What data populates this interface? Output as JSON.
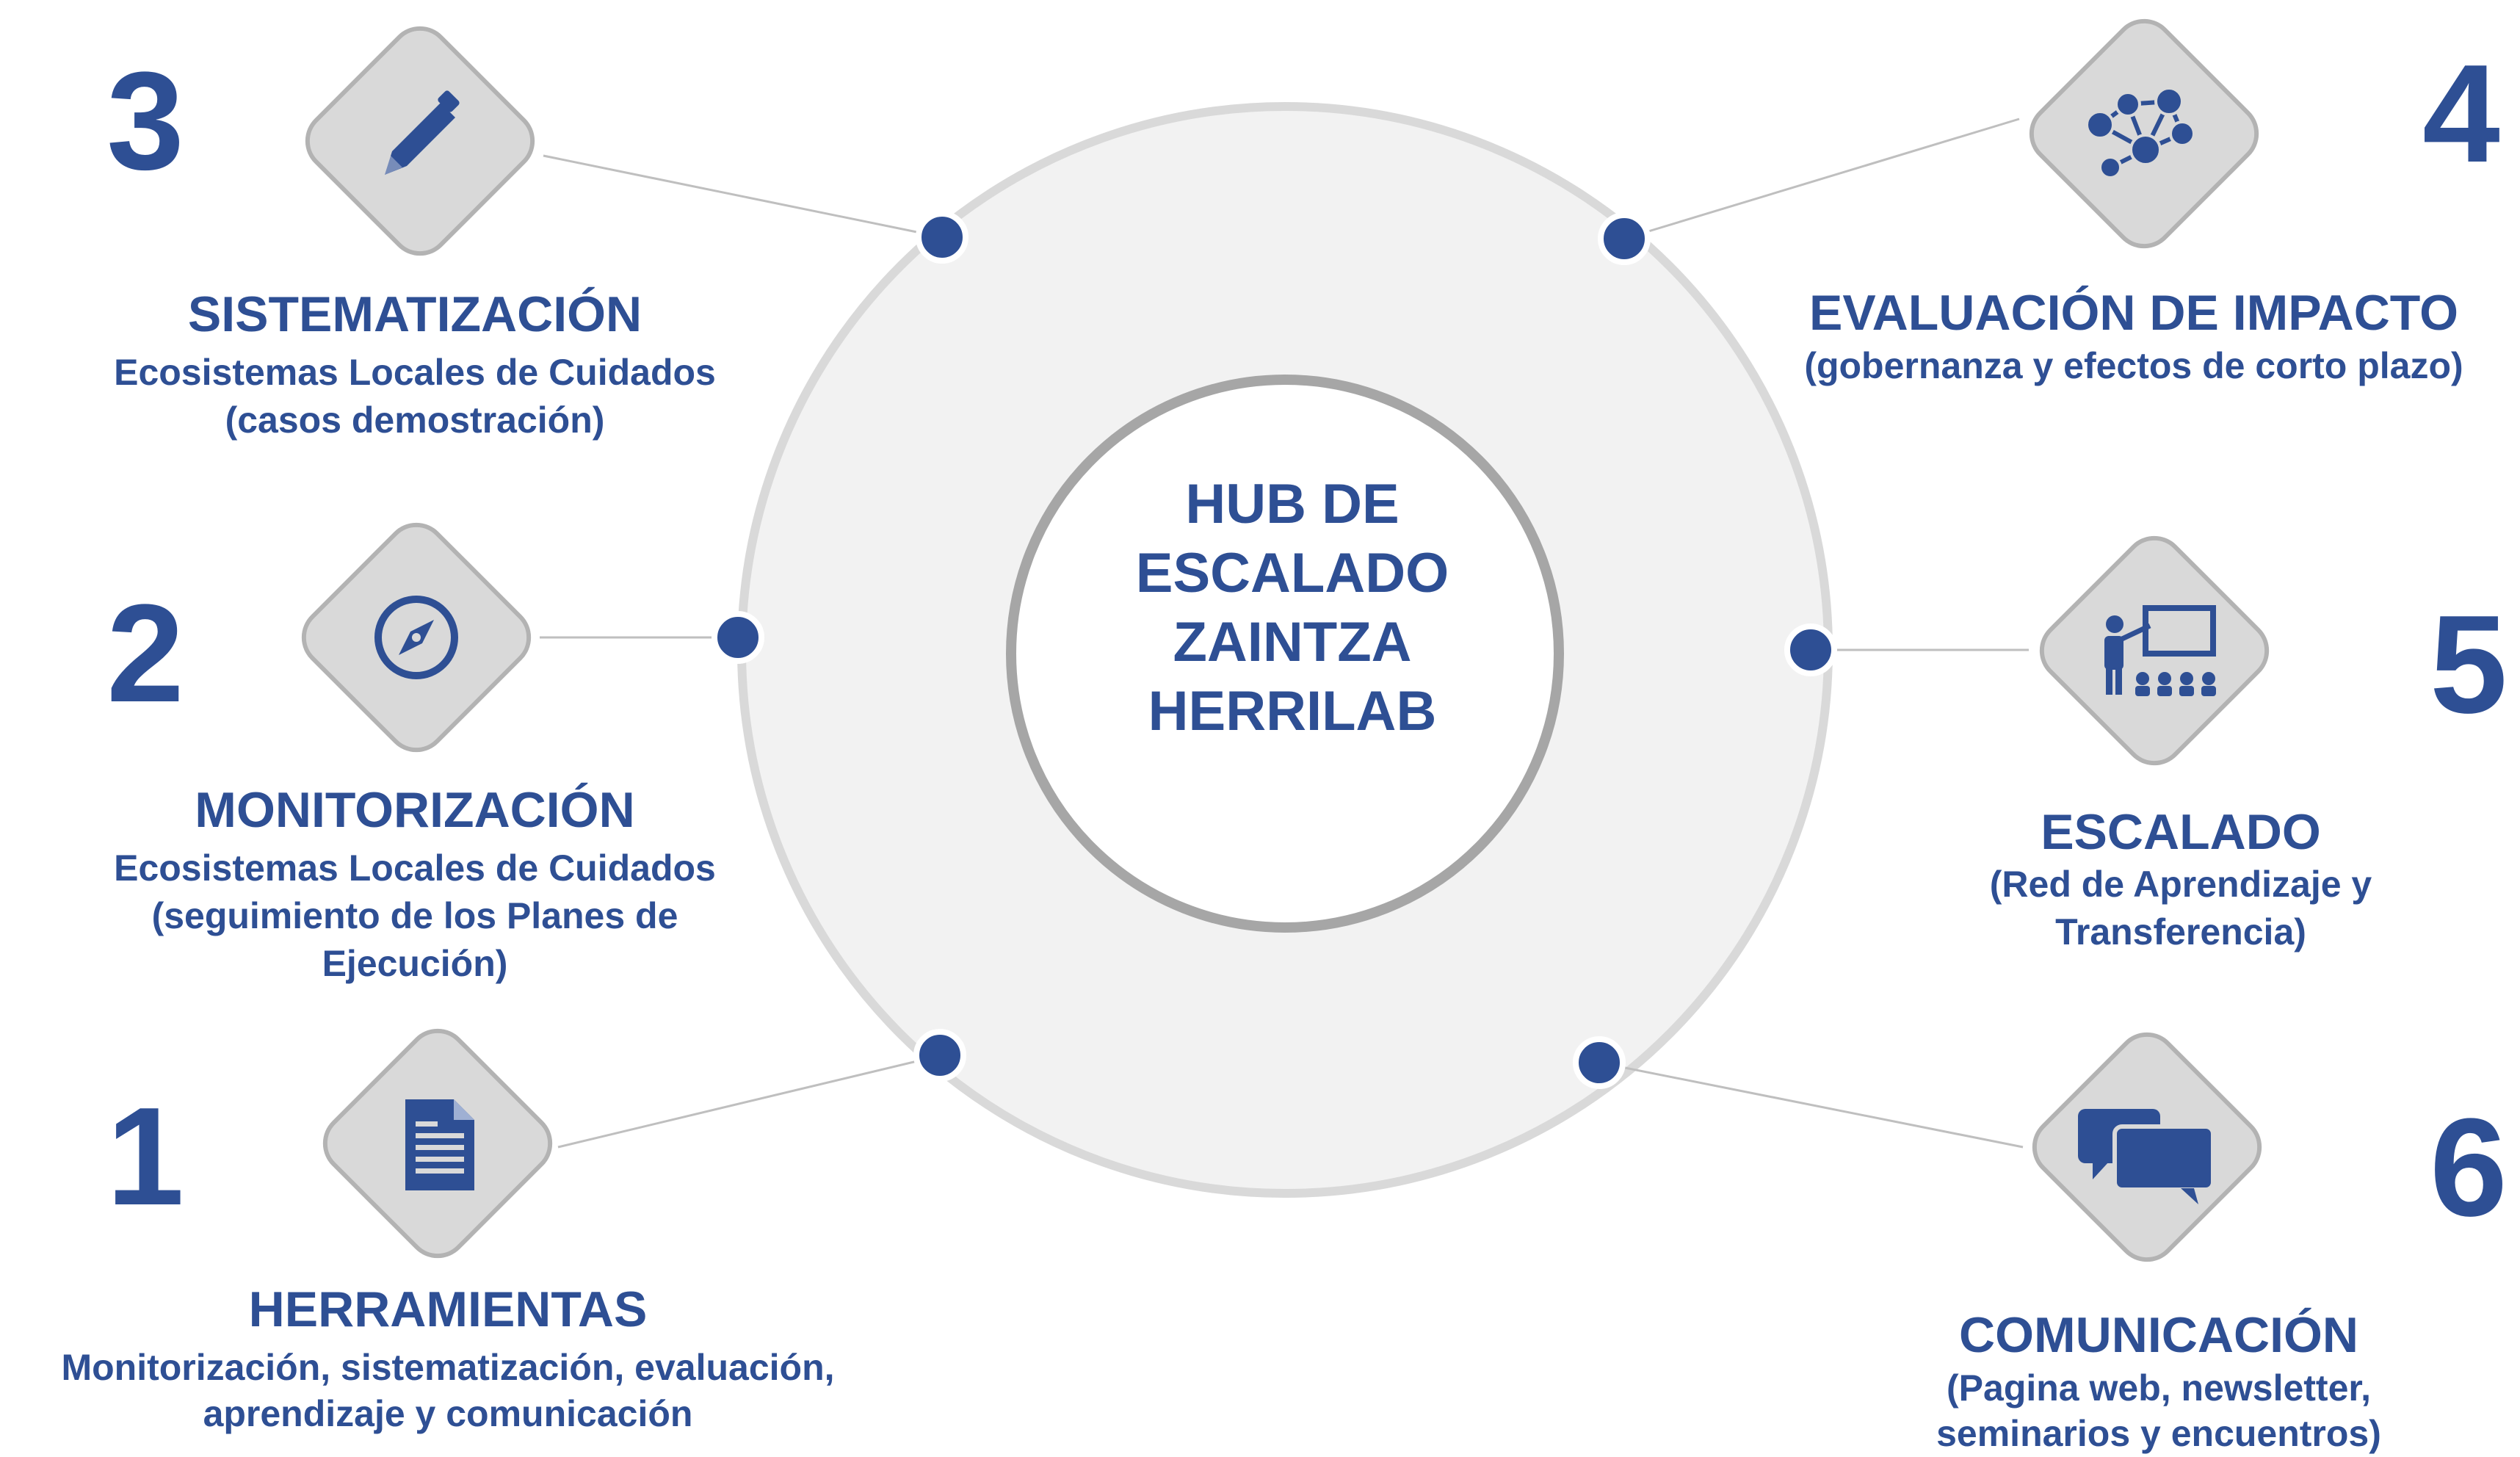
{
  "hub": {
    "lines": [
      "HUB DE",
      "ESCALADO",
      "ZAINTZA",
      "HERRILAB"
    ]
  },
  "colors": {
    "accent": "#2e4f94",
    "tile": "#d9d9d9",
    "tile_border": "#b3b3b3",
    "outer_circle": "#f2f2f2",
    "outer_circle_border": "#d9d9d9",
    "inner_circle_border": "#a6a6a6",
    "connector": "#bfbfbf"
  },
  "items": [
    {
      "number": "3",
      "icon": "pencil-icon",
      "title": "SISTEMATIZACIÓN",
      "lines": [
        "Ecosistemas Locales de Cuidados",
        "(casos demostración)"
      ]
    },
    {
      "number": "2",
      "icon": "compass-icon",
      "title": "MONITORIZACIÓN",
      "lines": [
        "Ecosistemas Locales de Cuidados",
        "(seguimiento de los Planes de",
        "Ejecución)"
      ]
    },
    {
      "number": "1",
      "icon": "document-icon",
      "title": "HERRAMIENTAS",
      "lines": [
        "Monitorización, sistematización, evaluación,",
        "aprendizaje y comunicación"
      ]
    },
    {
      "number": "4",
      "icon": "network-icon",
      "title": "EVALUACIÓN DE IMPACTO",
      "lines": [
        "(gobernanza y efectos de corto plazo)"
      ]
    },
    {
      "number": "5",
      "icon": "teacher-icon",
      "title": "ESCALADO",
      "lines": [
        "(Red de Aprendizaje y",
        "Transferencia)"
      ]
    },
    {
      "number": "6",
      "icon": "chat-bubbles-icon",
      "title": "COMUNICACIÓN",
      "lines": [
        "(Pagina web, newsletter,",
        "seminarios y encuentros)"
      ]
    }
  ]
}
